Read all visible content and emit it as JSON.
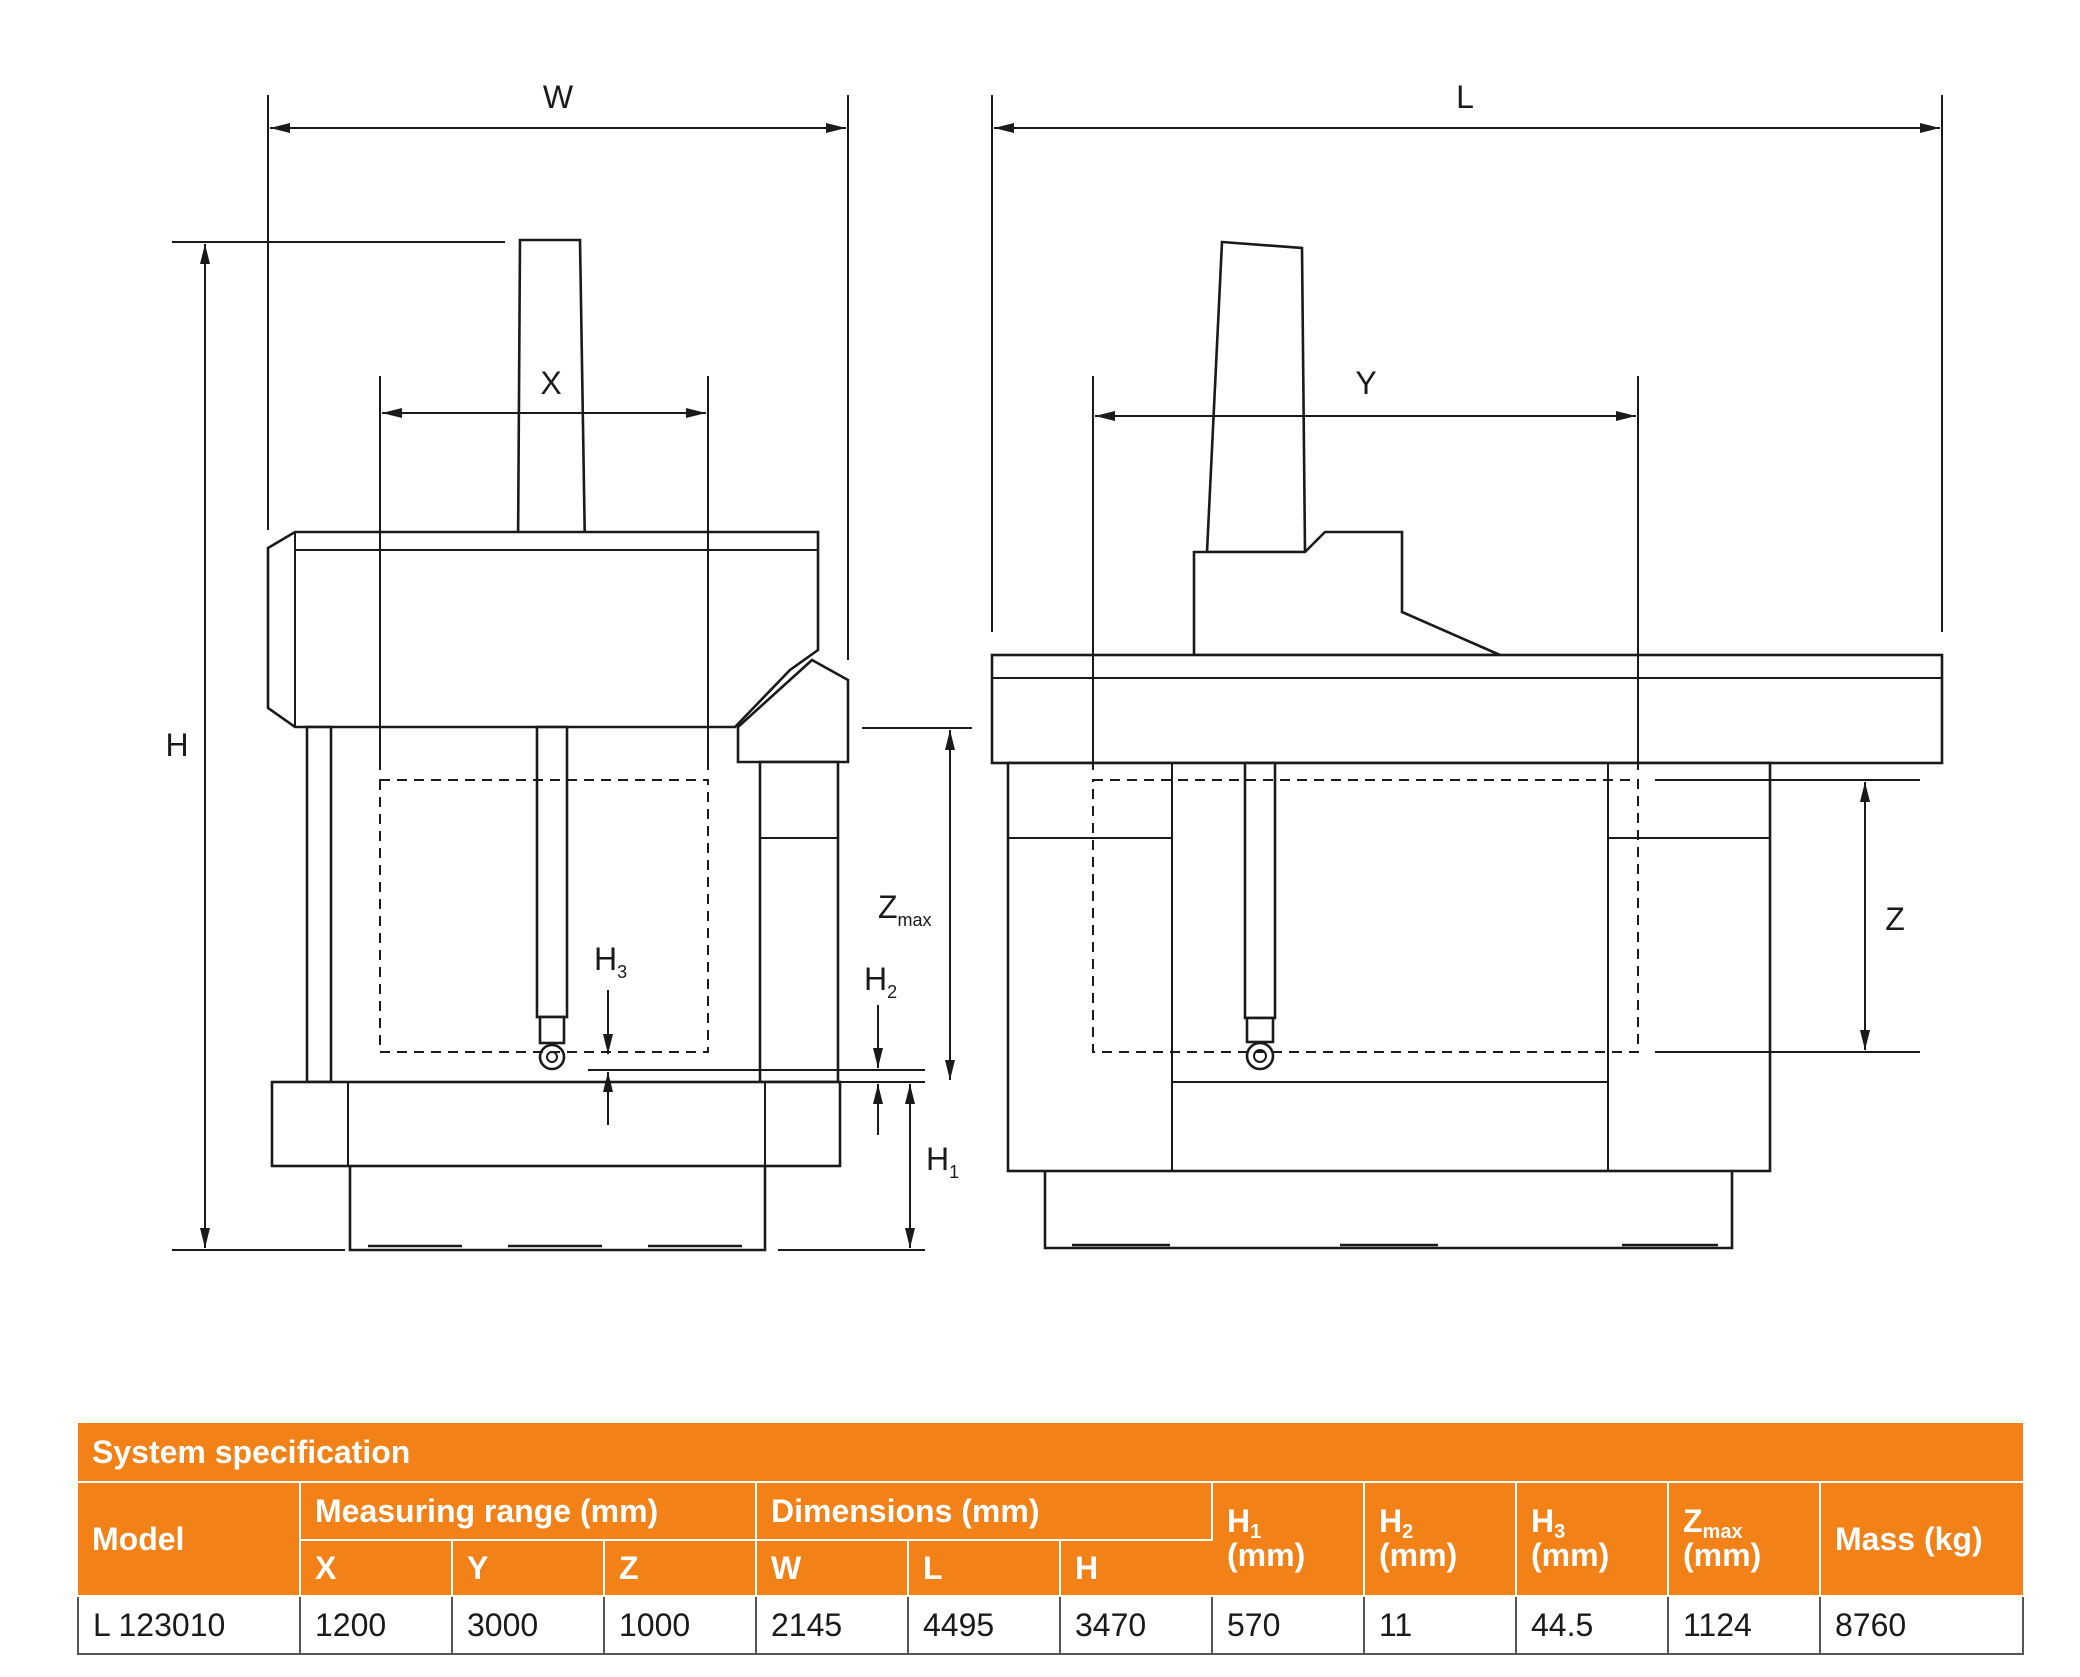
{
  "diagram": {
    "labels": {
      "w": "W",
      "l": "L",
      "h": "H",
      "x": "X",
      "y": "Y",
      "z": "Z",
      "z_max_base": "Z",
      "z_max_sub": "max",
      "h1_base": "H",
      "h1_sub": "1",
      "h2_base": "H",
      "h2_sub": "2",
      "h3_base": "H",
      "h3_sub": "3"
    }
  },
  "spec_table": {
    "title": "System specification",
    "headers": {
      "model": "Model",
      "measuring_range": "Measuring range (mm)",
      "dimensions": "Dimensions (mm)",
      "x": "X",
      "y": "Y",
      "z": "Z",
      "w": "W",
      "l": "L",
      "h": "H",
      "h1_base": "H",
      "h1_sub": "1",
      "h2_base": "H",
      "h2_sub": "2",
      "h3_base": "H",
      "h3_sub": "3",
      "zmax_base": "Z",
      "zmax_sub": "max",
      "unit_mm": "(mm)",
      "mass": "Mass (kg)"
    },
    "row": {
      "model": "L 123010",
      "x": "1200",
      "y": "3000",
      "z": "1000",
      "w": "2145",
      "l": "4495",
      "h": "3470",
      "h1": "570",
      "h2": "11",
      "h3": "44.5",
      "zmax": "1124",
      "mass": "8760"
    }
  },
  "colors": {
    "header_orange": "#f28118",
    "line": "#1a1a1a"
  }
}
